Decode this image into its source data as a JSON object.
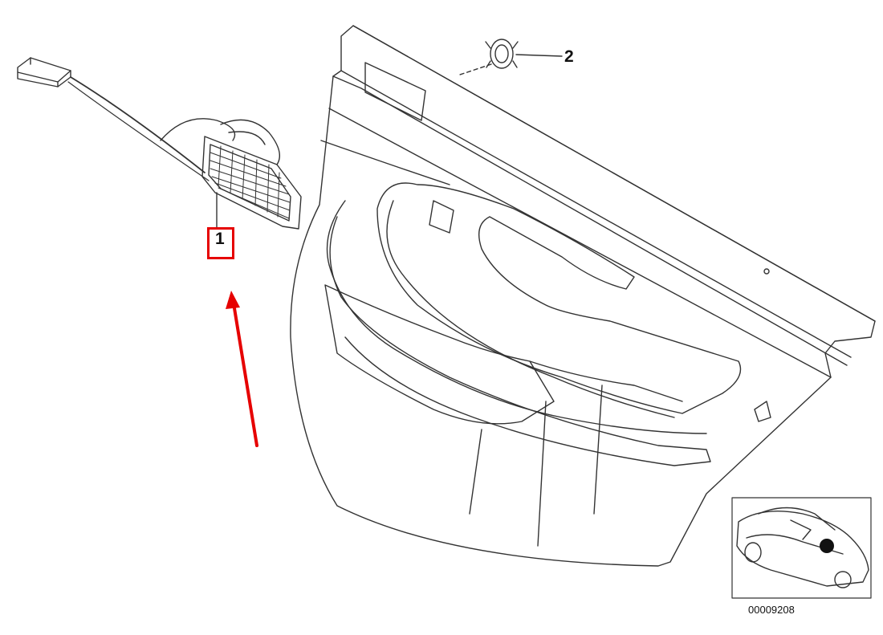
{
  "diagram": {
    "callouts": [
      {
        "id": "1",
        "label": "1"
      },
      {
        "id": "2",
        "label": "2"
      }
    ],
    "reference_number": "00009208"
  },
  "colors": {
    "line": "#333333",
    "highlight": "#e60000",
    "background": "#ffffff"
  },
  "icons": {
    "highlight_arrow": "red-arrow-icon",
    "vehicle_inset": "car-locator-icon"
  }
}
